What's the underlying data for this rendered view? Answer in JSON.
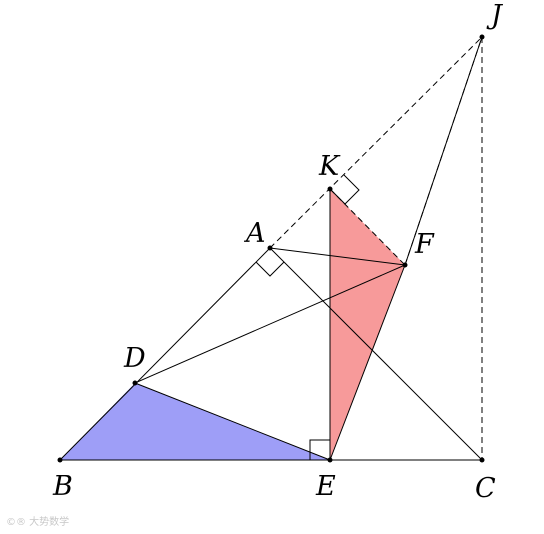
{
  "labels": {
    "B": "B",
    "E": "E",
    "C": "C",
    "D": "D",
    "A": "A",
    "K": "K",
    "F": "F",
    "J": "J"
  },
  "watermark": "©® 大势数学",
  "colors": {
    "blue_fill": "#9e9ef7",
    "red_fill": "#f79a9a",
    "stroke": "#000000"
  }
}
